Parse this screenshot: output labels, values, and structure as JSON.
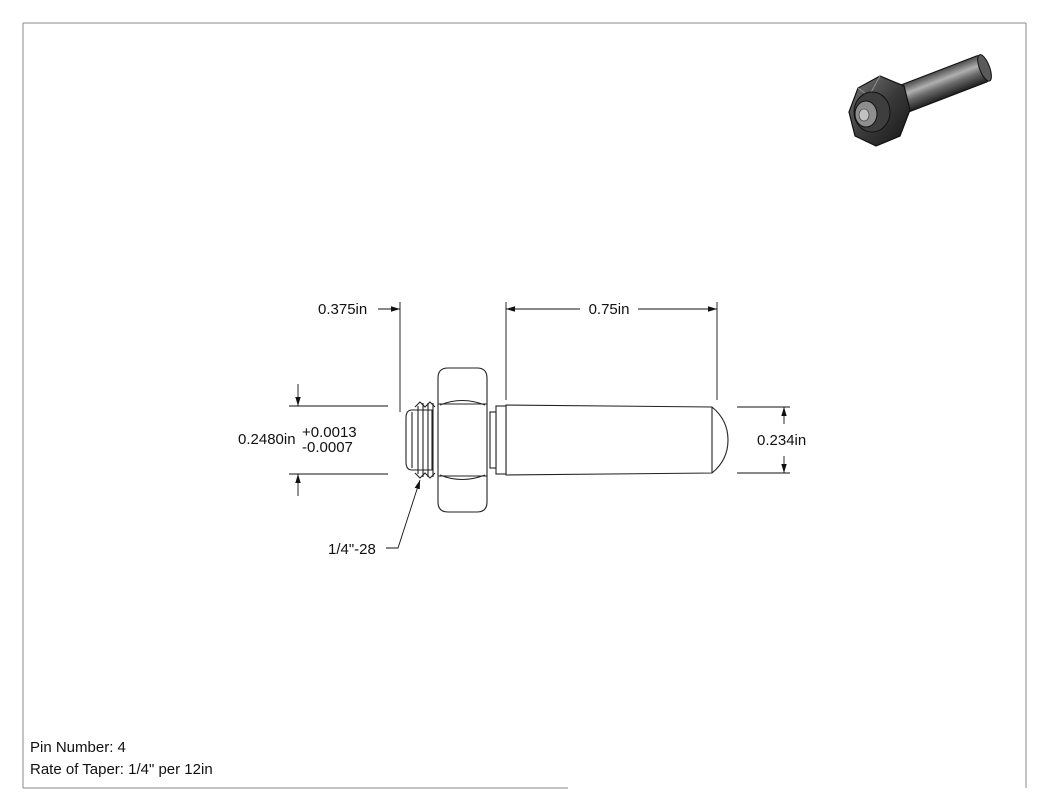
{
  "dimensions": {
    "thread_length": "0.375in",
    "shank_length": "0.75in",
    "major_diameter": "0.2480in",
    "tol_plus": "+0.0013",
    "tol_minus": "-0.0007",
    "tip_diameter": "0.234in",
    "thread_spec": "1/4\"-28"
  },
  "notes": {
    "pin_number": "Pin Number: 4",
    "taper": "Rate of Taper: 1/4\" per 12in"
  }
}
